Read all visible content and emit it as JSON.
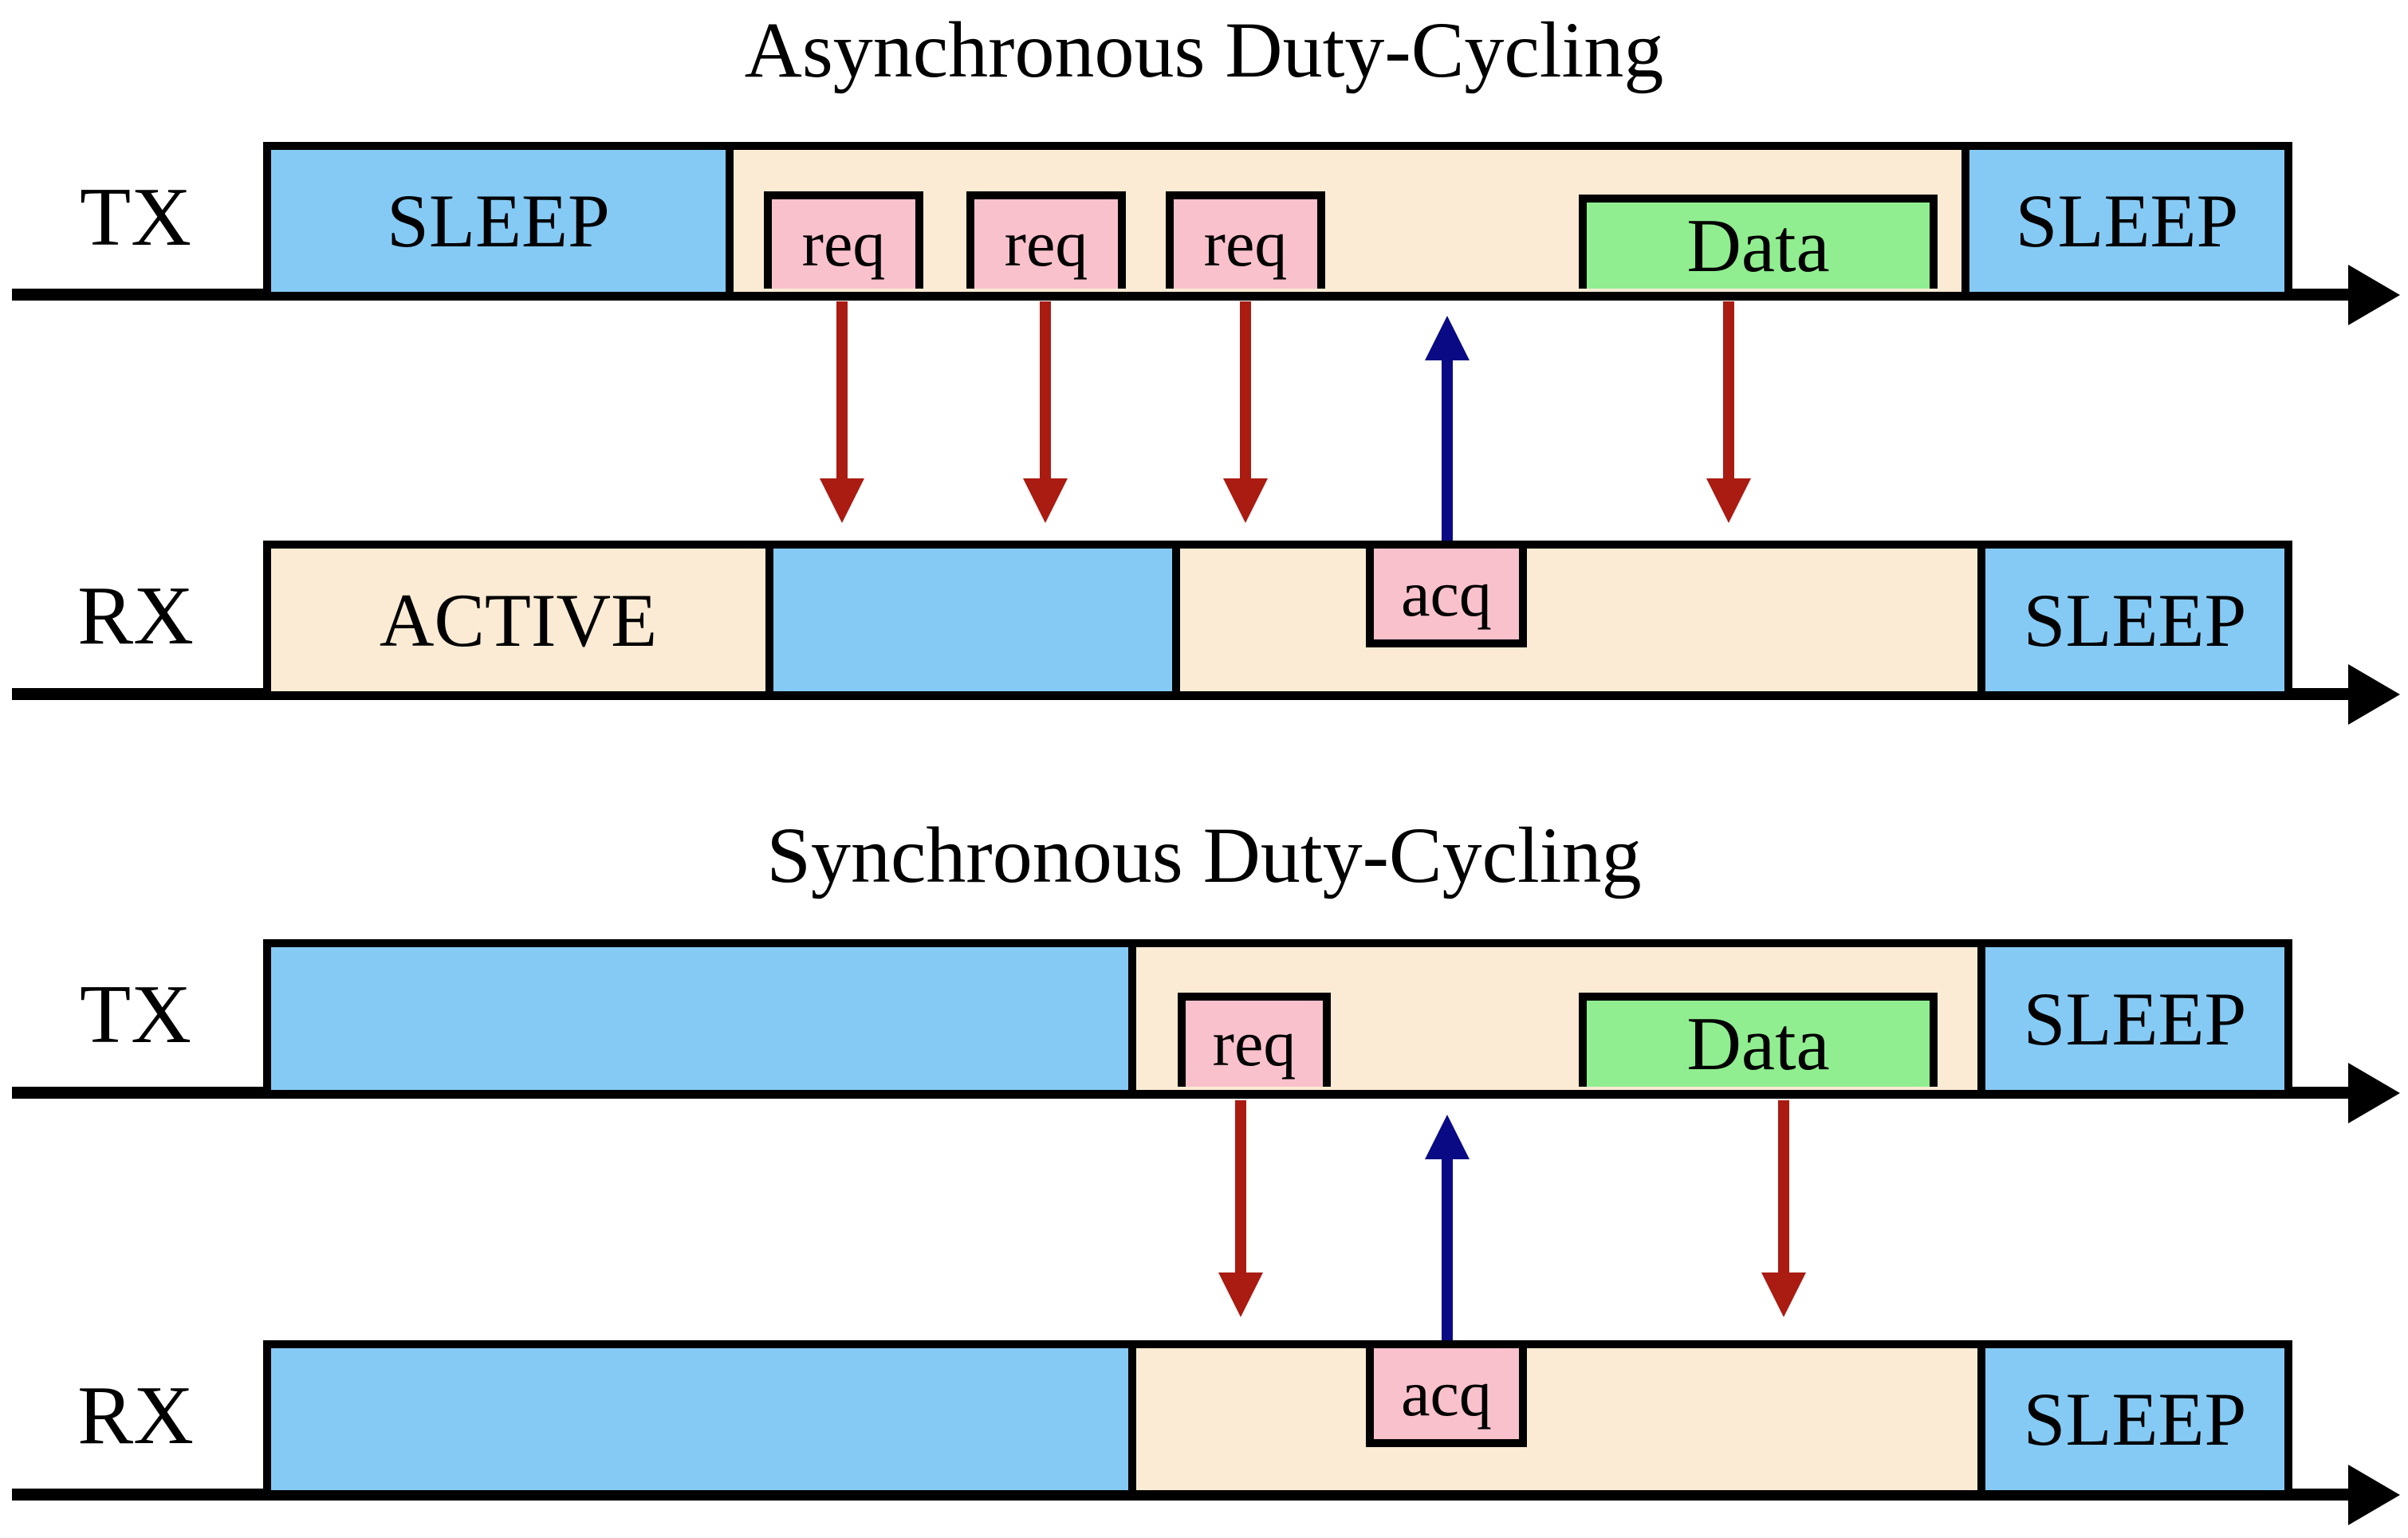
{
  "colors": {
    "sleep_blue": "#85CAF4",
    "idle_cream": "#FCEBD4",
    "packet_pink": "#F9C1CC",
    "data_green": "#90EE90",
    "arrow_red": "#AA1B12",
    "arrow_blue": "#0A0A85",
    "line_black": "#000000"
  },
  "async_section": {
    "title": "Asynchronous Duty-Cycling",
    "tx_row": {
      "axis_label": "TX",
      "sleep_start": "SLEEP",
      "requests": [
        "req",
        "req",
        "req"
      ],
      "data": "Data",
      "sleep_end": "SLEEP"
    },
    "rx_row": {
      "axis_label": "RX",
      "active": "ACTIVE",
      "acquire": "acq",
      "sleep": "SLEEP"
    }
  },
  "sync_section": {
    "title": "Synchronous Duty-Cycling",
    "tx_row": {
      "axis_label": "TX",
      "request": "req",
      "data": "Data",
      "sleep": "SLEEP"
    },
    "rx_row": {
      "axis_label": "RX",
      "acquire": "acq",
      "sleep": "SLEEP"
    }
  }
}
